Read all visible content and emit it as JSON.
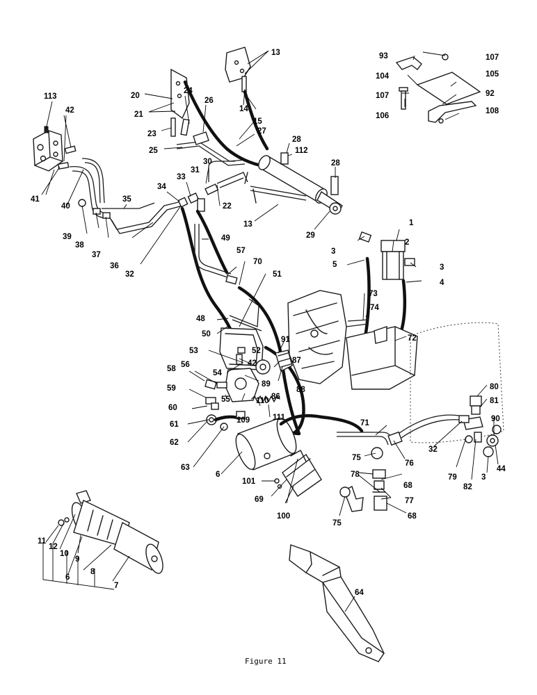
{
  "figure": {
    "caption": "Figure 11"
  },
  "callouts": [
    {
      "id": "c113",
      "label": "113"
    },
    {
      "id": "c42a",
      "label": "42"
    },
    {
      "id": "c41",
      "label": "41"
    },
    {
      "id": "c40",
      "label": "40"
    },
    {
      "id": "c39",
      "label": "39"
    },
    {
      "id": "c38",
      "label": "38"
    },
    {
      "id": "c37",
      "label": "37"
    },
    {
      "id": "c36",
      "label": "36"
    },
    {
      "id": "c35",
      "label": "35"
    },
    {
      "id": "c32a",
      "label": "32"
    },
    {
      "id": "c34",
      "label": "34"
    },
    {
      "id": "c33",
      "label": "33"
    },
    {
      "id": "c31",
      "label": "31"
    },
    {
      "id": "c30",
      "label": "30"
    },
    {
      "id": "c22",
      "label": "22"
    },
    {
      "id": "c20",
      "label": "20"
    },
    {
      "id": "c21",
      "label": "21"
    },
    {
      "id": "c23",
      "label": "23"
    },
    {
      "id": "c24",
      "label": "24"
    },
    {
      "id": "c25",
      "label": "25"
    },
    {
      "id": "c26",
      "label": "26"
    },
    {
      "id": "c14",
      "label": "14"
    },
    {
      "id": "c15",
      "label": "15"
    },
    {
      "id": "c13a",
      "label": "13"
    },
    {
      "id": "c27",
      "label": "27"
    },
    {
      "id": "c28a",
      "label": "28"
    },
    {
      "id": "c112",
      "label": "112"
    },
    {
      "id": "c28b",
      "label": "28"
    },
    {
      "id": "c13b",
      "label": "13"
    },
    {
      "id": "c29",
      "label": "29"
    },
    {
      "id": "c93",
      "label": "93"
    },
    {
      "id": "c104",
      "label": "104"
    },
    {
      "id": "c107a",
      "label": "107"
    },
    {
      "id": "c106",
      "label": "106"
    },
    {
      "id": "c107b",
      "label": "107"
    },
    {
      "id": "c105",
      "label": "105"
    },
    {
      "id": "c92",
      "label": "92"
    },
    {
      "id": "c108",
      "label": "108"
    },
    {
      "id": "c1",
      "label": "1"
    },
    {
      "id": "c2",
      "label": "2"
    },
    {
      "id": "c3a",
      "label": "3"
    },
    {
      "id": "c3b",
      "label": "3"
    },
    {
      "id": "c5",
      "label": "5"
    },
    {
      "id": "c4",
      "label": "4"
    },
    {
      "id": "c49",
      "label": "49"
    },
    {
      "id": "c57",
      "label": "57"
    },
    {
      "id": "c70",
      "label": "70"
    },
    {
      "id": "c51",
      "label": "51"
    },
    {
      "id": "c48",
      "label": "48"
    },
    {
      "id": "c50",
      "label": "50"
    },
    {
      "id": "c73",
      "label": "73"
    },
    {
      "id": "c74",
      "label": "74"
    },
    {
      "id": "c72",
      "label": "72"
    },
    {
      "id": "c91",
      "label": "91"
    },
    {
      "id": "c53",
      "label": "53"
    },
    {
      "id": "c52",
      "label": "52"
    },
    {
      "id": "c42b",
      "label": "42"
    },
    {
      "id": "c54",
      "label": "54"
    },
    {
      "id": "c87",
      "label": "87"
    },
    {
      "id": "c88",
      "label": "88"
    },
    {
      "id": "c89",
      "label": "89"
    },
    {
      "id": "c58",
      "label": "58"
    },
    {
      "id": "c56",
      "label": "56"
    },
    {
      "id": "c59",
      "label": "59"
    },
    {
      "id": "c55",
      "label": "55"
    },
    {
      "id": "c86",
      "label": "86"
    },
    {
      "id": "c110",
      "label": "110"
    },
    {
      "id": "c60",
      "label": "60"
    },
    {
      "id": "c111",
      "label": "111"
    },
    {
      "id": "c109",
      "label": "109"
    },
    {
      "id": "c61",
      "label": "61"
    },
    {
      "id": "c62",
      "label": "62"
    },
    {
      "id": "c63",
      "label": "63"
    },
    {
      "id": "c6a",
      "label": "6"
    },
    {
      "id": "c80",
      "label": "80"
    },
    {
      "id": "c81",
      "label": "81"
    },
    {
      "id": "c90",
      "label": "90"
    },
    {
      "id": "c71",
      "label": "71"
    },
    {
      "id": "c32b",
      "label": "32"
    },
    {
      "id": "c79",
      "label": "79"
    },
    {
      "id": "c82",
      "label": "82"
    },
    {
      "id": "c3c",
      "label": "3"
    },
    {
      "id": "c44",
      "label": "44"
    },
    {
      "id": "c75a",
      "label": "75"
    },
    {
      "id": "c76",
      "label": "76"
    },
    {
      "id": "c78",
      "label": "78"
    },
    {
      "id": "c68a",
      "label": "68"
    },
    {
      "id": "c77",
      "label": "77"
    },
    {
      "id": "c68b",
      "label": "68"
    },
    {
      "id": "c101",
      "label": "101"
    },
    {
      "id": "c69",
      "label": "69"
    },
    {
      "id": "c100",
      "label": "100"
    },
    {
      "id": "c75b",
      "label": "75"
    },
    {
      "id": "c11",
      "label": "11"
    },
    {
      "id": "c12",
      "label": "12"
    },
    {
      "id": "c10",
      "label": "10"
    },
    {
      "id": "c9",
      "label": "9"
    },
    {
      "id": "c6b",
      "label": "6"
    },
    {
      "id": "c8",
      "label": "8"
    },
    {
      "id": "c7",
      "label": "7"
    },
    {
      "id": "c64",
      "label": "64"
    }
  ]
}
